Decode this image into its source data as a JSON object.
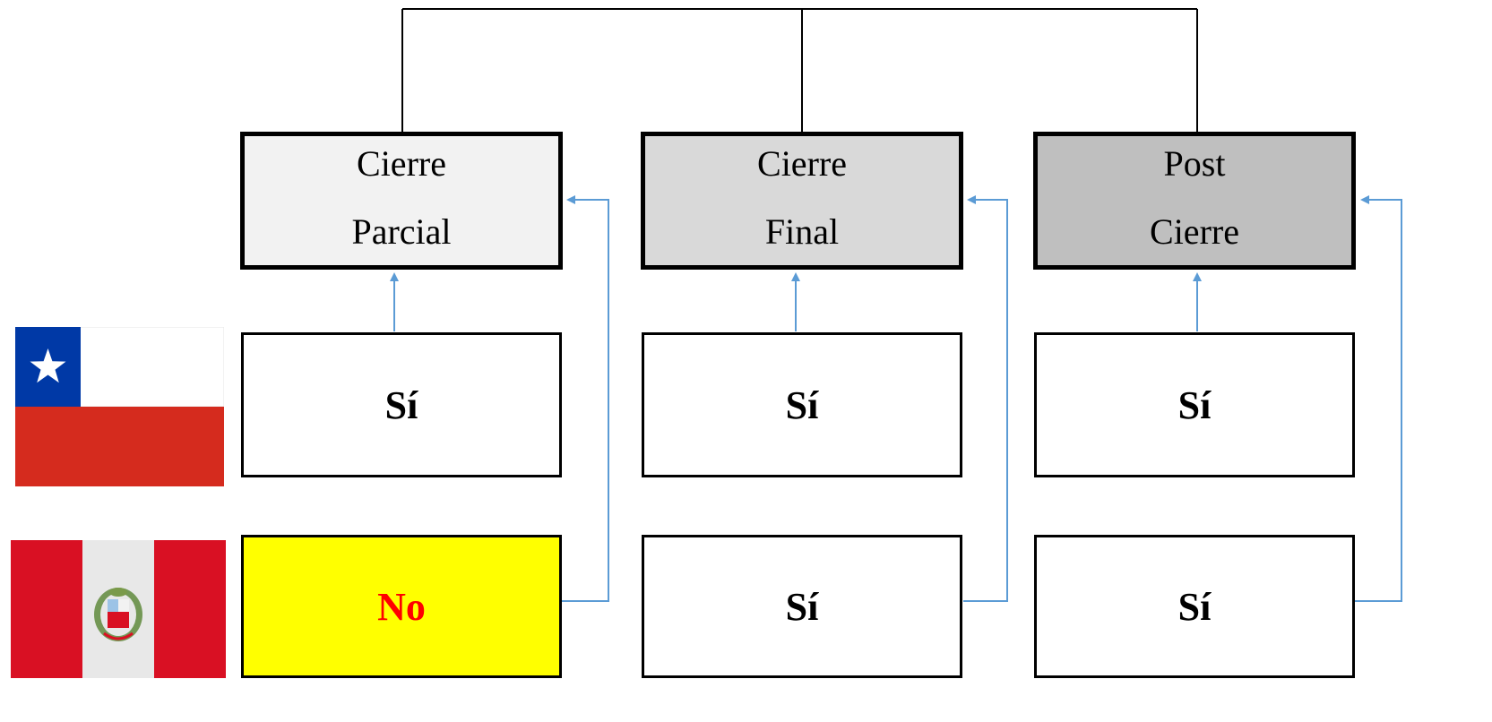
{
  "stages": [
    {
      "line1": "Cierre",
      "line2": "Parcial",
      "fill": "#f2f2f2"
    },
    {
      "line1": "Cierre",
      "line2": "Final",
      "fill": "#d9d9d9"
    },
    {
      "line1": "Post",
      "line2": "Cierre",
      "fill": "#bfbfbf"
    }
  ],
  "countries": [
    {
      "flag_icon": "chile-flag-icon",
      "answers": [
        "Sí",
        "Sí",
        "Sí"
      ]
    },
    {
      "flag_icon": "peru-flag-icon",
      "answers": [
        "No",
        "Sí",
        "Sí"
      ]
    }
  ],
  "highlight": {
    "answer": "No",
    "background": "#ffff00",
    "text_color": "#ff0000"
  },
  "colors": {
    "arrow": "#5b9bd5",
    "connector": "#000000",
    "chile_blue": "#0039a6",
    "chile_red": "#d52b1e",
    "peru_red": "#d91023"
  }
}
